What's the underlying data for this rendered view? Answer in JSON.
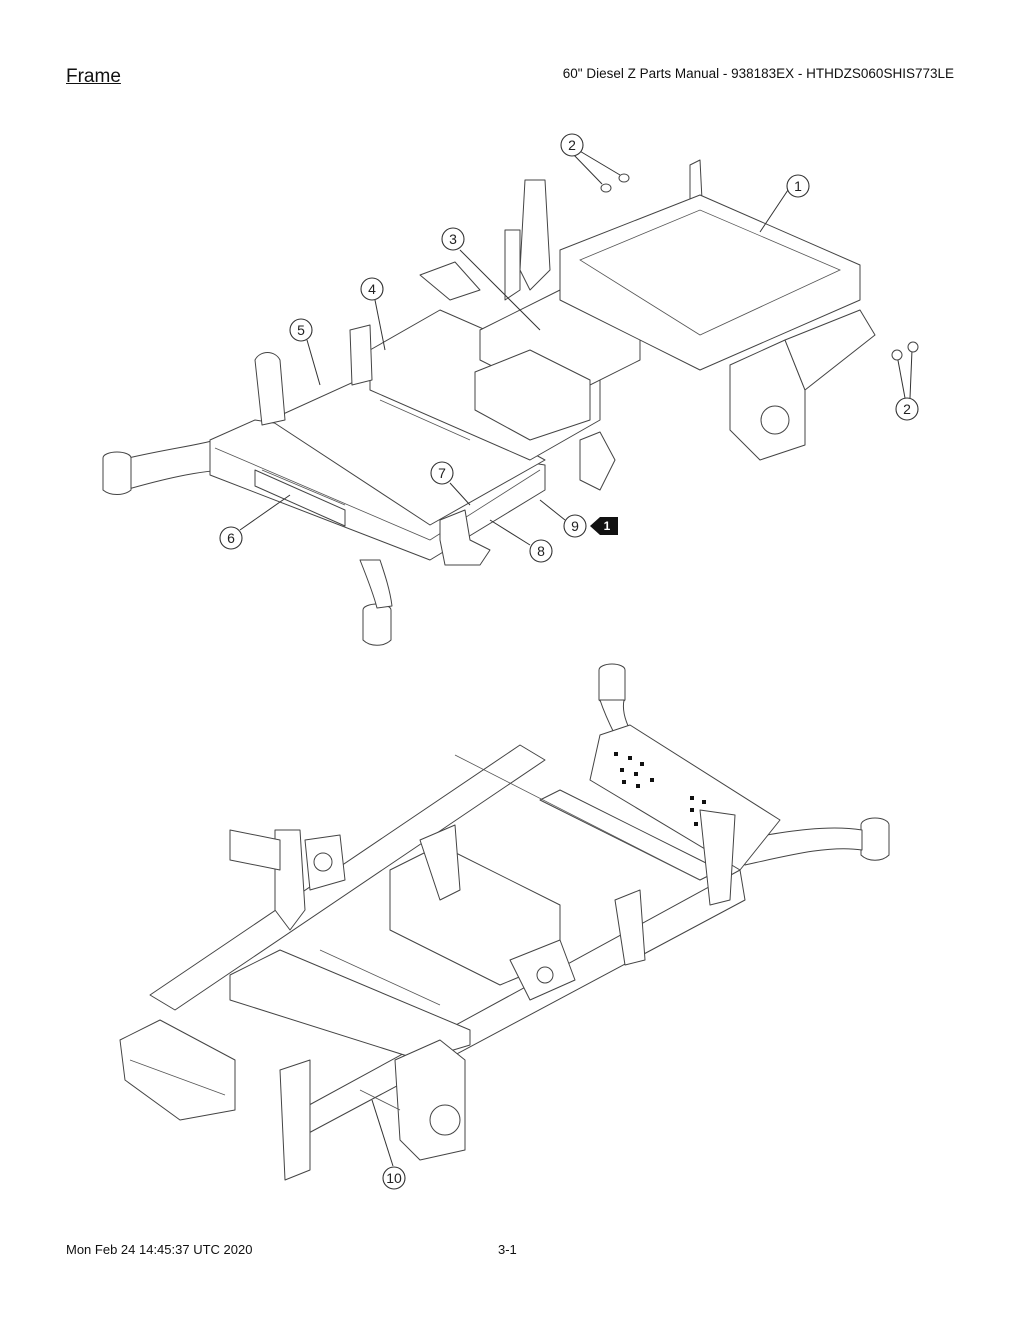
{
  "header": {
    "title": "Frame",
    "manual": "60\" Diesel Z Parts Manual - 938183EX - HTHDZS060SHIS773LE"
  },
  "callouts": {
    "c1": "1",
    "c2a": "2",
    "c2b": "2",
    "c3": "3",
    "c4": "4",
    "c5": "5",
    "c6": "6",
    "c7": "7",
    "c8": "8",
    "c9": "9",
    "c10": "10",
    "note_flag": "1"
  },
  "footer": {
    "timestamp": "Mon Feb 24 14:45:37 UTC 2020",
    "page": "3-1"
  }
}
